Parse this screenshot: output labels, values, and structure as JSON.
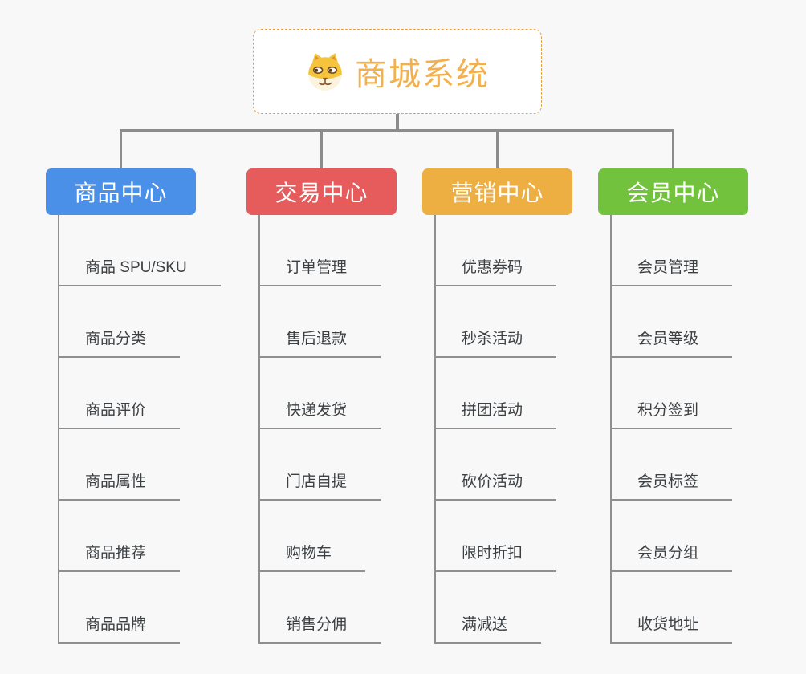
{
  "page": {
    "background": "#f8f8f8"
  },
  "root": {
    "title": "商城系统",
    "icon": "dog-icon",
    "text_color": "#f2b14e",
    "border_color": "#e9a23b"
  },
  "connector_color": "#8c8c8c",
  "branches": [
    {
      "label": "商品中心",
      "color": "#4a90e8",
      "children": [
        "商品 SPU/SKU",
        "商品分类",
        "商品评价",
        "商品属性",
        "商品推荐",
        "商品品牌"
      ]
    },
    {
      "label": "交易中心",
      "color": "#e65c5c",
      "children": [
        "订单管理",
        "售后退款",
        "快递发货",
        "门店自提",
        "购物车",
        "销售分佣"
      ]
    },
    {
      "label": "营销中心",
      "color": "#edaf41",
      "children": [
        "优惠券码",
        "秒杀活动",
        "拼团活动",
        "砍价活动",
        "限时折扣",
        "满减送"
      ]
    },
    {
      "label": "会员中心",
      "color": "#72c23e",
      "children": [
        "会员管理",
        "会员等级",
        "积分签到",
        "会员标签",
        "会员分组",
        "收货地址"
      ]
    }
  ]
}
